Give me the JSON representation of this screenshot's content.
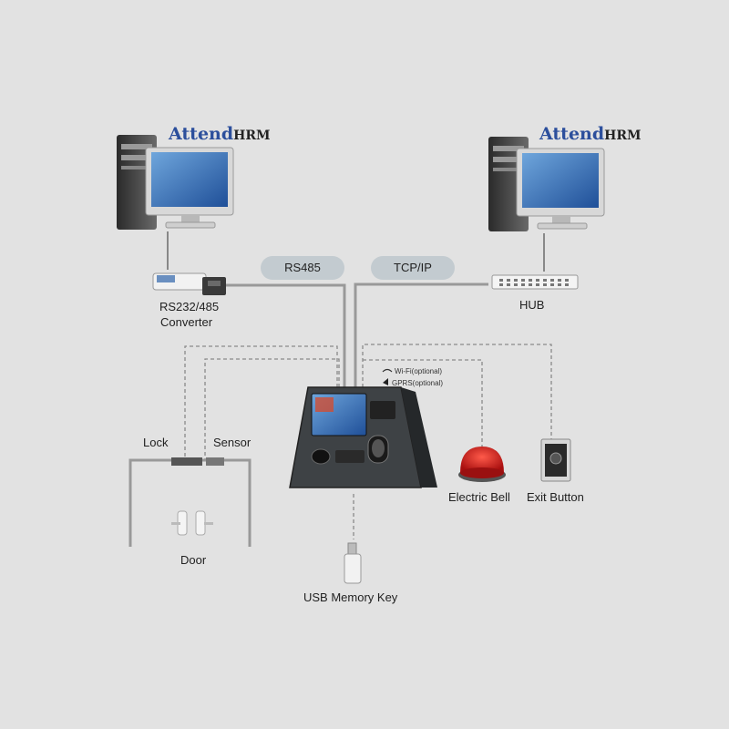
{
  "computers": [
    {
      "brand_main": "Attend",
      "brand_suffix": "HRM"
    },
    {
      "brand_main": "Attend",
      "brand_suffix": "HRM"
    }
  ],
  "links": {
    "rs485": "RS485",
    "tcpip": "TCP/IP"
  },
  "labels": {
    "converter_line1": "RS232/485",
    "converter_line2": "Converter",
    "hub": "HUB",
    "lock": "Lock",
    "sensor": "Sensor",
    "door": "Door",
    "usb": "USB Memory Key",
    "electric_bell": "Electric Bell",
    "exit_button": "Exit Button",
    "wifi": "Wi-Fi(optional)",
    "gprs": "GPRS(optional)"
  },
  "colors": {
    "background": "#e2e2e2",
    "brand_blue": "#2c4f9c",
    "pill": "#c3cbd0",
    "bell_red": "#c01818",
    "screen_blue": "#2f6fb8"
  }
}
